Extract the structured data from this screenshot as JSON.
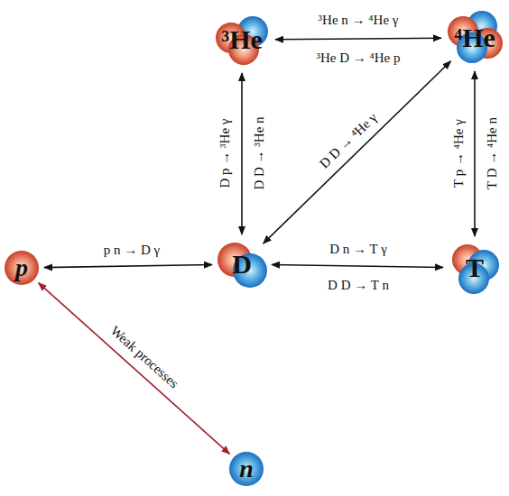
{
  "diagram": {
    "nodes": [
      {
        "text": [
          "³He"
        ]
      },
      {
        "text": [
          "⁴He"
        ]
      },
      {
        "text": [
          "p"
        ]
      },
      {
        "text": [
          "D"
        ]
      },
      {
        "text": [
          "T"
        ]
      },
      {
        "text": [
          "n"
        ]
      }
    ],
    "edges": [
      {
        "from": 0,
        "to": 1,
        "arrow": "both",
        "label": "³He n → ⁴He γ"
      },
      {
        "from": 3,
        "to": 0,
        "arrow": "both",
        "label": "D p → ³He γ"
      },
      {
        "from": 3,
        "to": 1,
        "arrow": "both",
        "label": "D D → ⁴He γ"
      },
      {
        "from": 2,
        "to": 3,
        "arrow": "both",
        "label": "p n → D γ"
      },
      {
        "from": 3,
        "to": 4,
        "arrow": "both",
        "label": "D n → T γ"
      },
      {
        "from": 4,
        "to": 1,
        "arrow": "both",
        "label": "T p → ⁴He γ"
      },
      {
        "from": 2,
        "to": 5,
        "arrow": "both",
        "label": "Weak processes"
      }
    ],
    "labels": [
      "³He D → ⁴He p",
      "D D → ³He n",
      "D D → T n",
      "T D → ⁴He n"
    ]
  }
}
